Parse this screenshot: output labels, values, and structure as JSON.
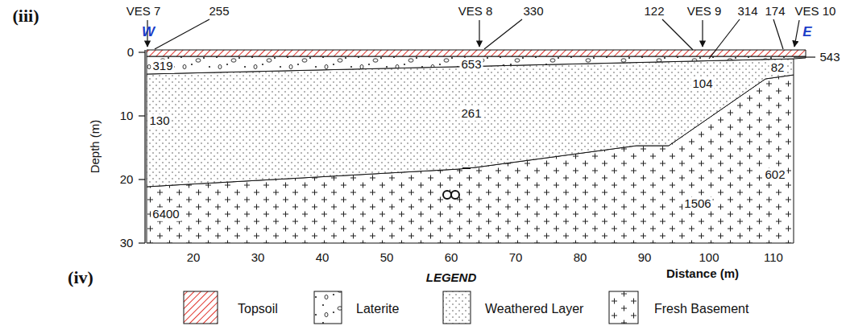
{
  "diagram": {
    "labels": [
      "(iii)",
      "VES 7",
      "255",
      "VES 8",
      "330",
      "122",
      "VES 9",
      "314",
      "174",
      "VES 10",
      "W",
      "E",
      "0",
      "10",
      "20",
      "30",
      "Depth (m)",
      "319",
      "653",
      "543",
      "104",
      "82",
      "130",
      "261",
      "1506",
      "602",
      "6400",
      "20",
      "30",
      "40",
      "50",
      "60",
      "70",
      "80",
      "90",
      "100",
      "110",
      "Distance (m)",
      "(iv)",
      "LEGEND"
    ],
    "legend": [
      {
        "text": "Topsoil"
      },
      {
        "text": "Laterite"
      },
      {
        "text": "Weathered Layer"
      },
      {
        "text": "Fresh Basement"
      }
    ]
  }
}
